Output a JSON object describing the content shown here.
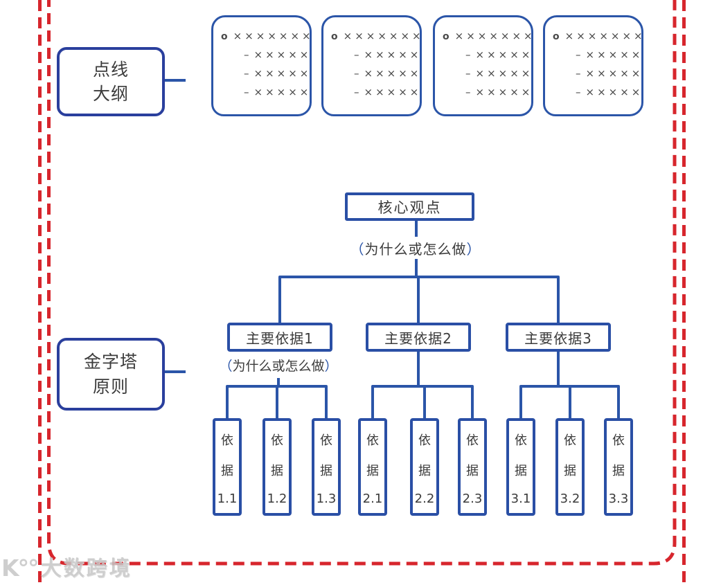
{
  "palette": {
    "line_blue": "#2b55a8",
    "box_border_blue": "#2a4fa5",
    "label_border_indigo": "#2a3f9d",
    "dashed_red": "#d7262d",
    "text_dark": "#3b3b3b",
    "watermark_gray": "#c6c6c6"
  },
  "outline_section": {
    "label_line1": "点线",
    "label_line2": "大纲",
    "cards": [
      {
        "rows": [
          {
            "bullet": "o",
            "marks": "×××××××"
          },
          {
            "bullet": "–",
            "marks": "×××××"
          },
          {
            "bullet": "–",
            "marks": "×××××"
          },
          {
            "bullet": "–",
            "marks": "×××××"
          }
        ]
      },
      {
        "rows": [
          {
            "bullet": "o",
            "marks": "×××××××"
          },
          {
            "bullet": "–",
            "marks": "×××××"
          },
          {
            "bullet": "–",
            "marks": "×××××"
          },
          {
            "bullet": "–",
            "marks": "×××××"
          }
        ]
      },
      {
        "rows": [
          {
            "bullet": "o",
            "marks": "×××××××"
          },
          {
            "bullet": "–",
            "marks": "×××××"
          },
          {
            "bullet": "–",
            "marks": "×××××"
          },
          {
            "bullet": "–",
            "marks": "×××××"
          }
        ]
      },
      {
        "rows": [
          {
            "bullet": "o",
            "marks": "×××××××"
          },
          {
            "bullet": "–",
            "marks": "×××××"
          },
          {
            "bullet": "–",
            "marks": "×××××"
          },
          {
            "bullet": "–",
            "marks": "×××××"
          }
        ]
      }
    ]
  },
  "pyramid_section": {
    "label_line1": "金字塔",
    "label_line2": "原则",
    "root": "核心观点",
    "annotation_open": "（",
    "annotation_text": "为什么或怎么做",
    "annotation_close": "）",
    "main_boxes": [
      {
        "label": "主要依据1"
      },
      {
        "label": "主要依据2"
      },
      {
        "label": "主要依据3"
      }
    ],
    "leaves": [
      {
        "w1": "依",
        "w2": "据",
        "num": "1.1"
      },
      {
        "w1": "依",
        "w2": "据",
        "num": "1.2"
      },
      {
        "w1": "依",
        "w2": "据",
        "num": "1.3"
      },
      {
        "w1": "依",
        "w2": "据",
        "num": "2.1"
      },
      {
        "w1": "依",
        "w2": "据",
        "num": "2.2"
      },
      {
        "w1": "依",
        "w2": "据",
        "num": "2.3"
      },
      {
        "w1": "依",
        "w2": "据",
        "num": "3.1"
      },
      {
        "w1": "依",
        "w2": "据",
        "num": "3.2"
      },
      {
        "w1": "依",
        "w2": "据",
        "num": "3.3"
      }
    ]
  },
  "watermark": {
    "logo": "K°°",
    "text": "大数跨境"
  }
}
